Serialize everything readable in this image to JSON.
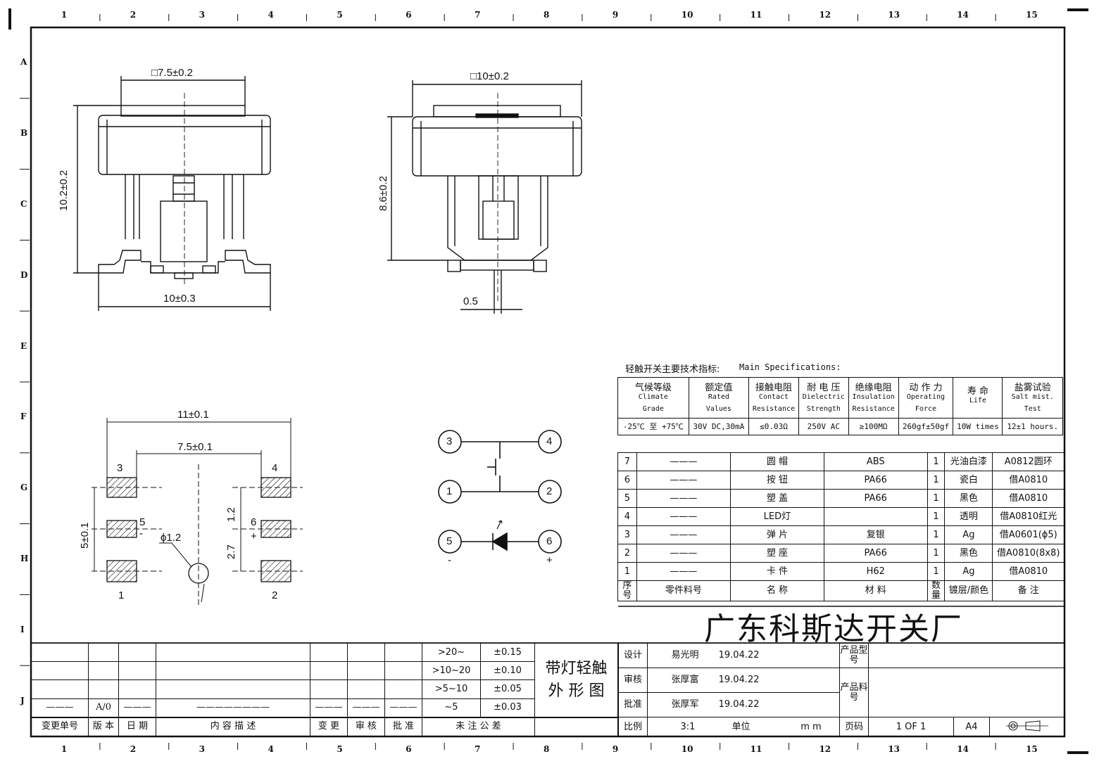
{
  "zones": {
    "columns": [
      "1",
      "2",
      "3",
      "4",
      "5",
      "6",
      "7",
      "8",
      "9",
      "10",
      "11",
      "12",
      "13",
      "14",
      "15"
    ],
    "rows": [
      "A",
      "B",
      "C",
      "D",
      "E",
      "F",
      "G",
      "H",
      "I",
      "J"
    ]
  },
  "dimensions": {
    "front_width": "□7.5±0.2",
    "front_height": "10.2±0.2",
    "front_base": "10±0.3",
    "side_width": "□10±0.2",
    "side_height": "8.6±0.2",
    "side_pin": "0.5",
    "pad_width": "11±0.1",
    "pad_pitch": "7.5±0.1",
    "pad_vertical": "5±0.1",
    "pad_gap1": "1.2",
    "pad_gap2": "2.7",
    "hole": "ϕ1.2"
  },
  "pad_labels": {
    "p3": "3",
    "p4": "4",
    "p5": "5",
    "p6": "6",
    "p1": "1",
    "p2": "2",
    "minus": "-",
    "plus": "+"
  },
  "schematic": {
    "nodes": [
      "3",
      "4",
      "1",
      "2",
      "5",
      "6"
    ],
    "minus": "-",
    "plus": "+"
  },
  "specs": {
    "title_cn": "轻触开关主要技术指标:",
    "title_en": "Main Specifications:",
    "headers": [
      {
        "cn": "气候等级",
        "en1": "Climate",
        "en2": "Grade"
      },
      {
        "cn": "额定值",
        "en1": "Rated",
        "en2": "Values"
      },
      {
        "cn": "接触电阻",
        "en1": "Contact",
        "en2": "Resistance"
      },
      {
        "cn": "耐 电 压",
        "en1": "Dielectric",
        "en2": "Strength"
      },
      {
        "cn": "绝缘电阻",
        "en1": "Insulation",
        "en2": "Resistance"
      },
      {
        "cn": "动 作 力",
        "en1": "Operating",
        "en2": "Force"
      },
      {
        "cn": "寿  命",
        "en1": "Life",
        "en2": ""
      },
      {
        "cn": "盐雾试验",
        "en1": "Salt mist.",
        "en2": "Test"
      }
    ],
    "values": [
      "-25℃ 至 +75℃",
      "30V DC,30mA",
      "≤0.03Ω",
      "250V AC",
      "≥100MΩ",
      "260gf±50gf",
      "10W times",
      "12±1 hours."
    ]
  },
  "bom": {
    "rows": [
      {
        "no": "7",
        "part": "———",
        "name": "圆  帽",
        "material": "ABS",
        "qty": "1",
        "finish": "光油白漆",
        "note": "A0812圆环"
      },
      {
        "no": "6",
        "part": "———",
        "name": "按  钮",
        "material": "PA66",
        "qty": "1",
        "finish": "瓷白",
        "note": "借A0810"
      },
      {
        "no": "5",
        "part": "———",
        "name": "塑  盖",
        "material": "PA66",
        "qty": "1",
        "finish": "黑色",
        "note": "借A0810"
      },
      {
        "no": "4",
        "part": "———",
        "name": "LED灯",
        "material": "",
        "qty": "1",
        "finish": "透明",
        "note": "借A0810红光"
      },
      {
        "no": "3",
        "part": "———",
        "name": "弹  片",
        "material": "复银",
        "qty": "1",
        "finish": "Ag",
        "note": "借A0601(ϕ5)"
      },
      {
        "no": "2",
        "part": "———",
        "name": "塑  座",
        "material": "PA66",
        "qty": "1",
        "finish": "黑色",
        "note": "借A0810(8x8)"
      },
      {
        "no": "1",
        "part": "———",
        "name": "卡  件",
        "material": "H62",
        "qty": "1",
        "finish": "Ag",
        "note": "借A0810"
      }
    ],
    "header": {
      "no": "序号",
      "part": "零件料号",
      "name": "名  称",
      "material": "材  料",
      "qty": "数量",
      "finish": "镀层/颜色",
      "note": "备  注"
    }
  },
  "company": "广东科斯达开关厂",
  "revision": {
    "rev": "A/0",
    "labels": [
      "变更单号",
      "版 本",
      "日 期",
      "内 容 描 述",
      "变 更",
      "审 核",
      "批 准",
      "未 注 公 差"
    ],
    "tolerances": [
      {
        "range": ">20~",
        "tol": "±0.15"
      },
      {
        "range": ">10~20",
        "tol": "±0.10"
      },
      {
        "range": ">5~10",
        "tol": "±0.05"
      },
      {
        "range": "~5",
        "tol": "±0.03"
      }
    ]
  },
  "title_block": {
    "drawing_title_1": "带灯轻触",
    "drawing_title_2": "外 形 图",
    "design_label": "设计",
    "design_name": "易光明",
    "design_date": "19.04.22",
    "review_label": "审核",
    "review_name": "张厚富",
    "review_date": "19.04.22",
    "approve_label": "批准",
    "approve_name": "张厚军",
    "approve_date": "19.04.22",
    "model_label": "产品型号",
    "partno_label": "产品料号",
    "scale_label": "比例",
    "scale": "3:1",
    "unit_label": "单位",
    "unit": "m m",
    "page_label": "页码",
    "page": "1 OF 1",
    "size": "A4"
  }
}
